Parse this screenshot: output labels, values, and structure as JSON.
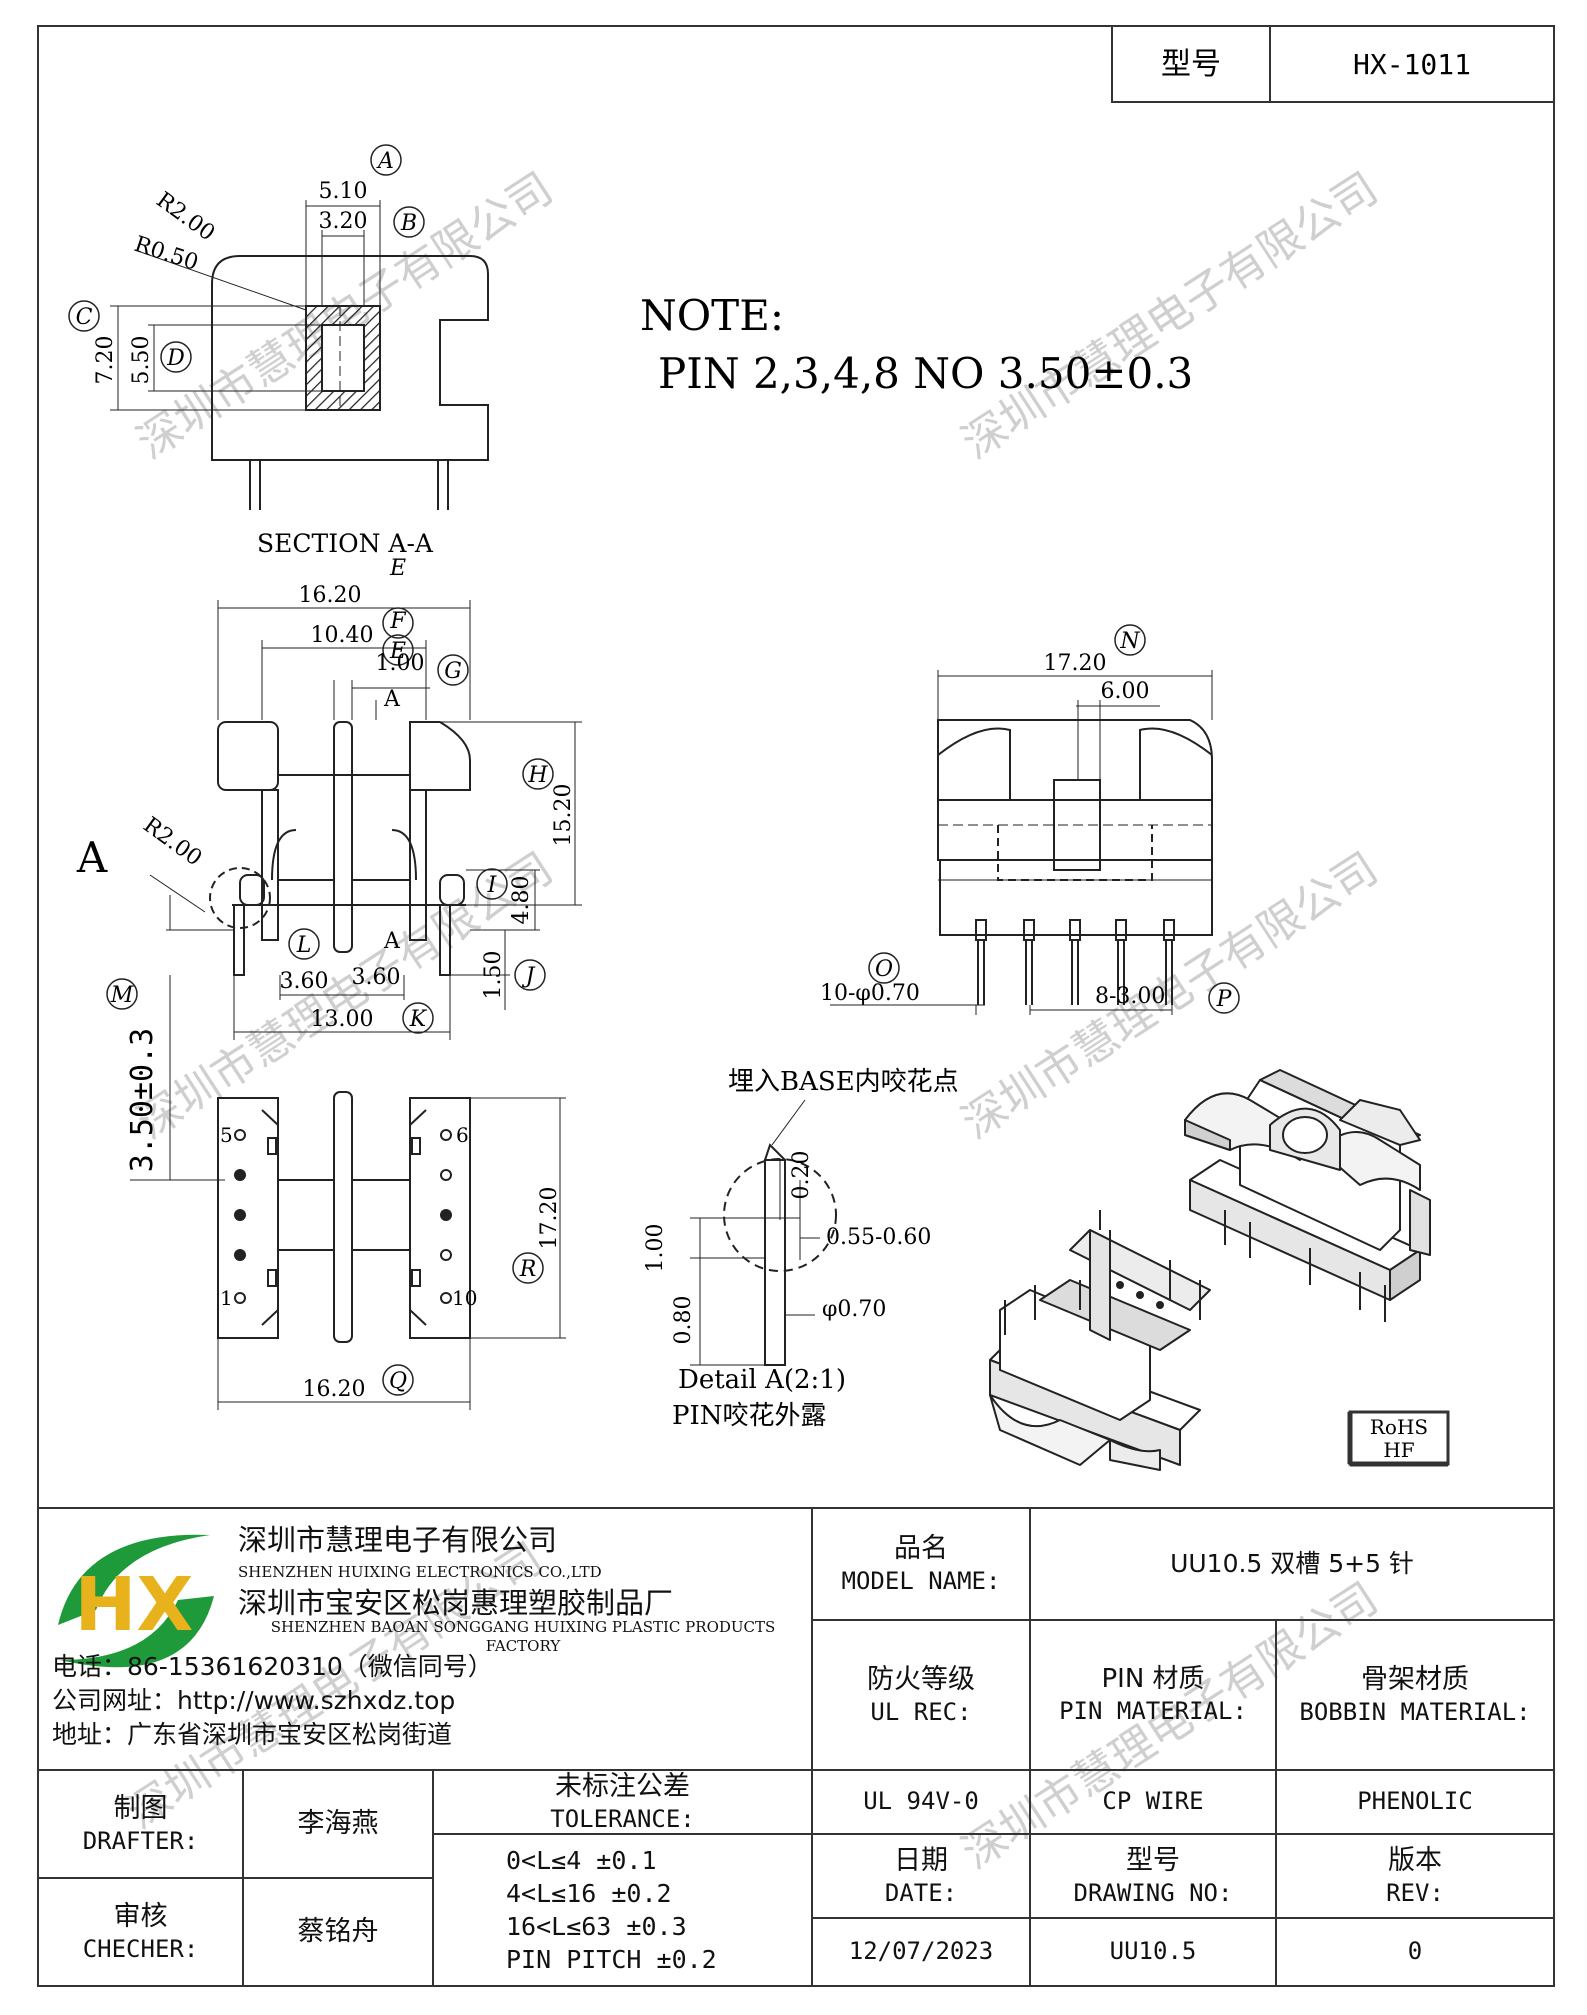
{
  "model_box": {
    "label": "型号",
    "value": "HX-1011"
  },
  "note": {
    "title": "NOTE:",
    "text": "PIN 2,3,4,8 NO 3.50±0.3"
  },
  "watermark": "深圳市慧理电子有限公司",
  "section_view": {
    "caption": "SECTION A-A",
    "labels": {
      "A": "A",
      "B": "B",
      "C": "C",
      "D": "D"
    },
    "dims": {
      "width_outer": "5.10",
      "width_inner": "3.20",
      "r_outer": "R2.00",
      "r_inner": "R0.50",
      "height_outer": "7.20",
      "height_inner": "5.50"
    }
  },
  "front_view": {
    "labels": {
      "E": "E",
      "F": "F",
      "G": "G",
      "H": "H",
      "I": "I",
      "J": "J",
      "K": "K",
      "L": "L",
      "M": "M"
    },
    "section_mark": "A",
    "view_mark": "A",
    "dims": {
      "overall": "16.20",
      "inner": "10.40",
      "flange": "1.00",
      "height": "15.20",
      "r": "R2.00",
      "pin_h": "4.80",
      "pin_dia": "1.50",
      "pitch_l": "3.60",
      "pitch_r": "3.60",
      "span": "13.00",
      "pin_len": "3.50±0.3"
    }
  },
  "bottom_view": {
    "labels": {
      "Q": "Q",
      "R": "R"
    },
    "pin_numbers": {
      "p5": "5",
      "p6": "6",
      "p1": "1",
      "p10": "10"
    },
    "dims": {
      "width": "16.20",
      "depth": "17.20"
    }
  },
  "side_view": {
    "labels": {
      "N": "N",
      "O": "O",
      "P": "P"
    },
    "dims": {
      "width": "17.20",
      "window": "6.00",
      "pins": "10-φ0.70",
      "pitch": "8-3.00"
    }
  },
  "detail": {
    "heading": "埋入BASE内咬花点",
    "dims": {
      "len1": "1.00",
      "len2": "0.80",
      "knurl_depth": "0.20",
      "knurl_dia": "0.55-0.60",
      "pin_dia": "φ0.70"
    },
    "caption1": "Detail  A(2:1)",
    "caption2": "PIN咬花外露"
  },
  "rohs": {
    "line1": "RoHS",
    "line2": "HF"
  },
  "company": {
    "name_cn": "深圳市慧理电子有限公司",
    "name_en": "SHENZHEN HUIXING ELECTRONICS CO.,LTD",
    "factory_cn": "深圳市宝安区松岗惠理塑胶制品厂",
    "factory_en": "SHENZHEN BAOAN SONGGANG HUIXING PLASTIC PRODUCTS FACTORY",
    "phone": "电话：86-15361620310（微信同号）",
    "web": "公司网址：http://www.szhxdz.top",
    "address": "地址：广东省深圳市宝安区松岗街道",
    "logo_text": "HX",
    "brand_green": "#1f9a3a",
    "brand_yellow": "#e8b21c"
  },
  "title_block": {
    "model_name": {
      "cn": "品名",
      "en": "MODEL NAME:",
      "value": "UU10.5 双槽 5+5 针"
    },
    "ul_rec": {
      "cn": "防火等级",
      "en": "UL REC:",
      "value": "UL 94V-0"
    },
    "pin_material": {
      "cn": "PIN 材质",
      "en": "PIN MATERIAL:",
      "value": "CP WIRE"
    },
    "bobbin_material": {
      "cn": "骨架材质",
      "en": "BOBBIN MATERIAL:",
      "value": "PHENOLIC"
    },
    "drafter": {
      "cn": "制图",
      "en": "DRAFTER:",
      "value": "李海燕"
    },
    "checker": {
      "cn": "审核",
      "en": "CHECHER:",
      "value": "蔡铭舟"
    },
    "tolerance": {
      "cn": "未标注公差",
      "en": "TOLERANCE:",
      "rows": [
        "0<L≤4  ±0.1",
        "4<L≤16 ±0.2",
        "16<L≤63 ±0.3",
        "PIN PITCH ±0.2"
      ]
    },
    "date": {
      "cn": "日期",
      "en": "DATE:",
      "value": "12/07/2023"
    },
    "drawing_no": {
      "cn": "型号",
      "en": "DRAWING NO:",
      "value": "UU10.5"
    },
    "rev": {
      "cn": "版本",
      "en": "REV:",
      "value": "0"
    }
  }
}
